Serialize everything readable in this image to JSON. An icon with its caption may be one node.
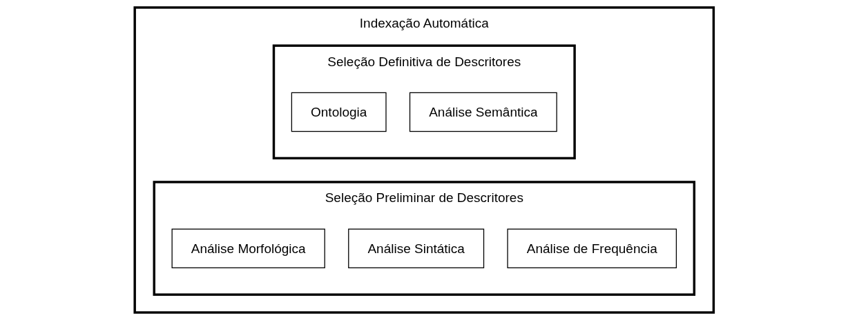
{
  "diagram": {
    "nodes": [
      {
        "text": [
          "Indexação Automática"
        ]
      },
      {
        "text": [
          "Seleção Preliminar de Descritores"
        ],
        "in": 0
      },
      {
        "text": [
          "Análise Morfológica"
        ],
        "in": 1
      },
      {
        "text": [
          "Análise Sintática"
        ],
        "in": 1
      },
      {
        "text": [
          "Análise de Frequência"
        ],
        "in": 1
      },
      {
        "text": [
          "Seleção Definitiva de Descritores"
        ],
        "in": 0
      },
      {
        "text": [
          "Ontologia"
        ],
        "in": 5
      },
      {
        "text": [
          "Análise Semântica"
        ],
        "in": 5
      }
    ]
  }
}
